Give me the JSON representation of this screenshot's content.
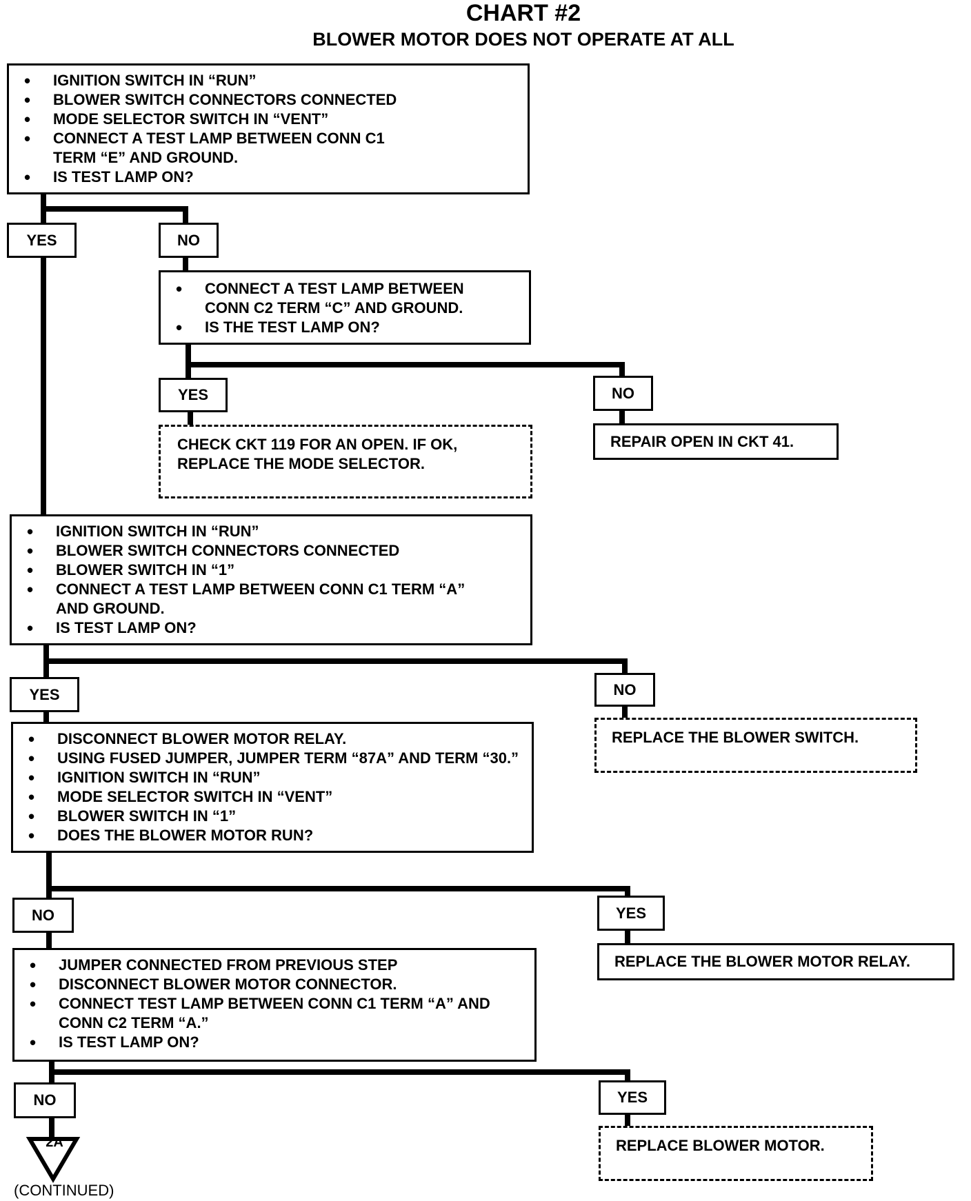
{
  "title": "CHART #2",
  "subtitle": "BLOWER MOTOR DOES NOT OPERATE AT ALL",
  "labels": {
    "yes": "YES",
    "no": "NO"
  },
  "step1": {
    "items": [
      "IGNITION SWITCH IN “RUN”",
      "BLOWER SWITCH CONNECTORS CONNECTED",
      "MODE SELECTOR SWITCH IN “VENT”",
      "CONNECT A TEST LAMP BETWEEN CONN C1\nTERM “E” AND GROUND.",
      "IS TEST LAMP ON?"
    ]
  },
  "step2": {
    "items": [
      "CONNECT A TEST LAMP BETWEEN\nCONN C2 TERM “C” AND GROUND.",
      "IS THE TEST LAMP ON?"
    ]
  },
  "result_check_ckt119": "CHECK CKT 119 FOR AN OPEN.  IF OK,\nREPLACE THE MODE SELECTOR.",
  "result_repair_ckt41": "REPAIR OPEN IN CKT 41.",
  "step3": {
    "items": [
      "IGNITION SWITCH IN “RUN”",
      "BLOWER SWITCH CONNECTORS CONNECTED",
      "BLOWER SWITCH IN “1”",
      "CONNECT A TEST LAMP BETWEEN CONN C1 TERM “A”\nAND GROUND.",
      "IS TEST LAMP ON?"
    ]
  },
  "result_replace_switch": "REPLACE THE BLOWER SWITCH.",
  "step4": {
    "items": [
      "DISCONNECT BLOWER MOTOR RELAY.",
      "USING FUSED JUMPER, JUMPER TERM “87A” AND TERM “30.”",
      "IGNITION SWITCH IN “RUN”",
      "MODE SELECTOR SWITCH IN “VENT”",
      "BLOWER SWITCH IN “1”",
      "DOES THE BLOWER MOTOR RUN?"
    ]
  },
  "result_replace_relay": "REPLACE THE BLOWER MOTOR RELAY.",
  "step5": {
    "items": [
      "JUMPER CONNECTED FROM PREVIOUS STEP",
      "DISCONNECT BLOWER MOTOR CONNECTOR.",
      "CONNECT TEST LAMP BETWEEN CONN C1 TERM “A” AND\nCONN C2 TERM “A.”",
      "IS TEST LAMP ON?"
    ]
  },
  "result_replace_motor": "REPLACE BLOWER MOTOR.",
  "connector": {
    "id": "2A",
    "note": "(CONTINUED)"
  }
}
